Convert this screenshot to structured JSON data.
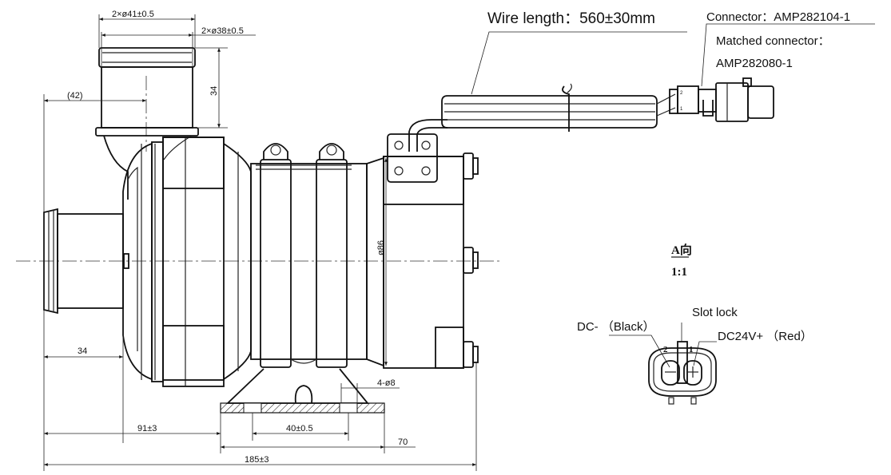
{
  "dimensions": {
    "inlet_diameter": "2×ø41±0.5",
    "outlet_diameter": "2×ø38±0.5",
    "inlet_height": "34",
    "offset_42": "(42)",
    "outlet_height": "34",
    "body_diameter": "ø86",
    "mount_holes": "4-ø8",
    "width_91": "91±3",
    "hole_spacing": "40±0.5",
    "foot_70": "70",
    "total_length": "185±3"
  },
  "wire": {
    "length_label": "Wire length：560±30mm"
  },
  "connector": {
    "name": "Connector：AMP282104-1",
    "matched_label": "Matched connector：",
    "matched_part": "AMP282080-1"
  },
  "view": {
    "direction": "A向",
    "scale": "1:1"
  },
  "pinout": {
    "dc_neg": "DC-  （Black）",
    "slot_lock": "Slot lock",
    "dc_pos": "DC24V+ （Red）",
    "pin2": "2",
    "pin1": "1"
  }
}
